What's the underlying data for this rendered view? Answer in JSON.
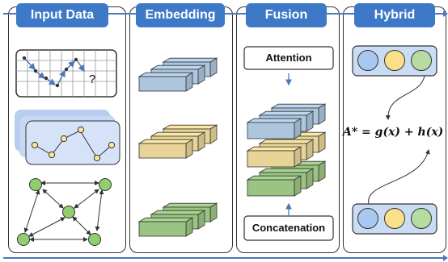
{
  "headers": {
    "input_data": "Input Data",
    "embedding": "Embedding",
    "fusion": "Fusion",
    "hybrid": "Hybrid"
  },
  "grid_question_mark": "?",
  "fusion": {
    "attention_label": "Attention",
    "concatenation_label": "Concatenation"
  },
  "hybrid": {
    "formula": "A* = g(x) + h(x)",
    "node_colors": [
      "#a9c8ef",
      "#fbe08a",
      "#b6dca2"
    ]
  },
  "colors": {
    "header_blue": "#3d79c7",
    "arrow_blue": "#4a78b8",
    "block_blue": "#bcd7f1",
    "block_yellow": "#fbe6a3",
    "block_green": "#a9d58f",
    "node_yellow": "#fce59a",
    "node_green": "#8fcf6e",
    "graph_bg": "#b9cdf0"
  }
}
